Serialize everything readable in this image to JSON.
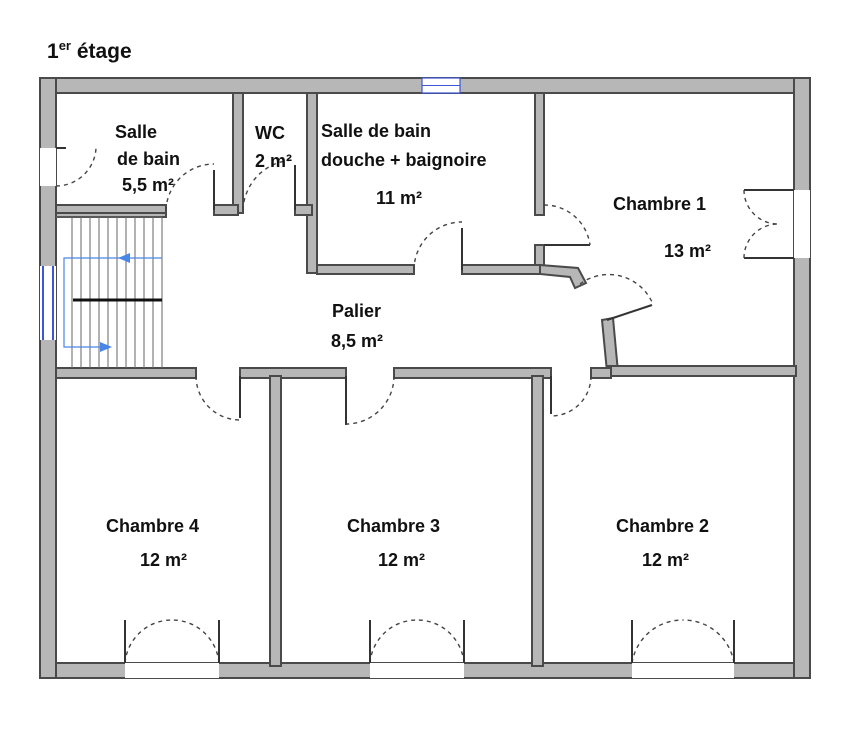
{
  "plan": {
    "title_main": "1",
    "title_sup": "er",
    "title_rest": " étage",
    "colors": {
      "wall_fill": "#b7b7b7",
      "wall_stroke": "#4a4a4a",
      "window": "#3f57d6",
      "arrow": "#4a86e8",
      "text": "#111111"
    },
    "rooms": {
      "salle_de_bain_small": {
        "line1": "Salle",
        "line2": "de bain",
        "area": "5,5 m²"
      },
      "wc": {
        "name": "WC",
        "area": "2 m²"
      },
      "salle_de_bain_large": {
        "line1": "Salle de bain",
        "line2": "douche + baignoire",
        "area": "11 m²"
      },
      "chambre_1": {
        "name": "Chambre 1",
        "area": "13 m²"
      },
      "palier": {
        "name": "Palier",
        "area": "8,5 m²"
      },
      "chambre_4": {
        "name": "Chambre 4",
        "area": "12 m²"
      },
      "chambre_3": {
        "name": "Chambre 3",
        "area": "12 m²"
      },
      "chambre_2": {
        "name": "Chambre 2",
        "area": "12 m²"
      }
    }
  }
}
